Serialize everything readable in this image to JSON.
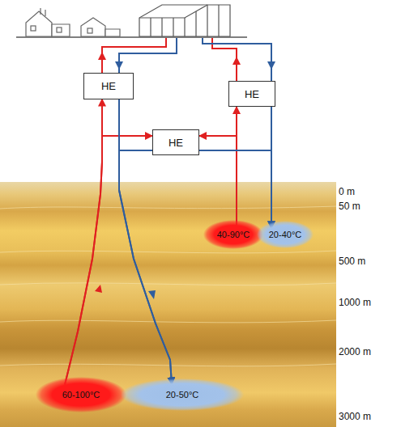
{
  "diagram": {
    "nodes": [
      {
        "text": [
          "HE"
        ]
      },
      {
        "text": [
          "HE"
        ]
      },
      {
        "text": [
          "HE"
        ]
      },
      {
        "text": [
          "40-90°C"
        ]
      },
      {
        "text": [
          "20-40°C"
        ]
      },
      {
        "text": [
          "60-100°C"
        ]
      },
      {
        "text": [
          "20-50°C"
        ]
      }
    ],
    "edges": [
      {
        "from": 5,
        "to": 0,
        "arrow": "to"
      },
      {
        "from": 5,
        "to": 2,
        "arrow": "to"
      },
      {
        "from": 0,
        "to": 6,
        "arrow": "to"
      },
      {
        "from": 2,
        "to": 6,
        "arrow": "to"
      },
      {
        "from": 3,
        "to": 1,
        "arrow": "to"
      },
      {
        "from": 3,
        "to": 2,
        "arrow": "to"
      },
      {
        "from": 1,
        "to": 4,
        "arrow": "to"
      },
      {
        "from": 2,
        "to": 4,
        "arrow": "to"
      }
    ],
    "labels": [
      "0 m",
      "50 m",
      "500 m",
      "1000 m",
      "2000 m",
      "3000 m"
    ]
  }
}
